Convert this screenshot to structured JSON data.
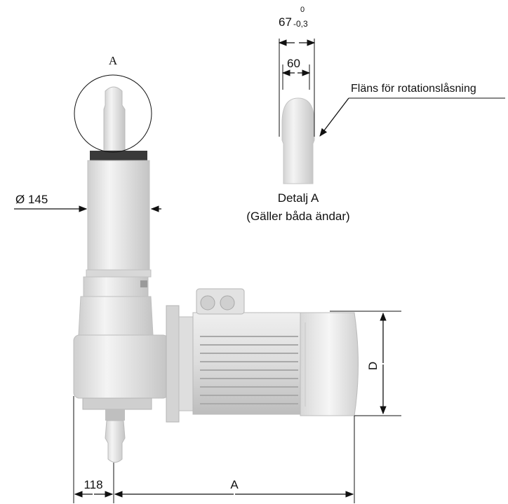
{
  "detail_circle_label": "A",
  "diameter_label": "Ø 145",
  "flange_width_label": "67",
  "flange_tol_upper": "0",
  "flange_tol_lower": "-0,3",
  "inner_width_label": "60",
  "flange_callout": "Fläns för rotationslåsning",
  "detail_title": "Detalj A",
  "detail_subtitle": "(Gäller båda ändar)",
  "height_label": "D",
  "offset_label": "118",
  "length_label": "A",
  "colors": {
    "body": "#e6e6e6",
    "shade": "#c9c9c9",
    "ink": "#111111",
    "dark_ring": "#3a3a3a"
  }
}
